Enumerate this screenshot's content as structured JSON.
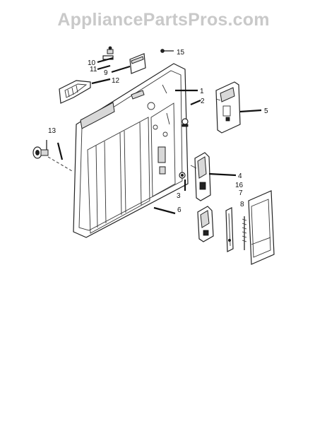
{
  "watermark": "AppliancePartsPros.com",
  "callouts": {
    "c1": "1",
    "c2": "2",
    "c3": "3",
    "c4": "4",
    "c5": "5",
    "c6": "6",
    "c7": "7",
    "c8": "8",
    "c9": "9",
    "c10": "10",
    "c11": "11",
    "c12": "12",
    "c13": "13",
    "c15": "15",
    "c16": "16"
  }
}
